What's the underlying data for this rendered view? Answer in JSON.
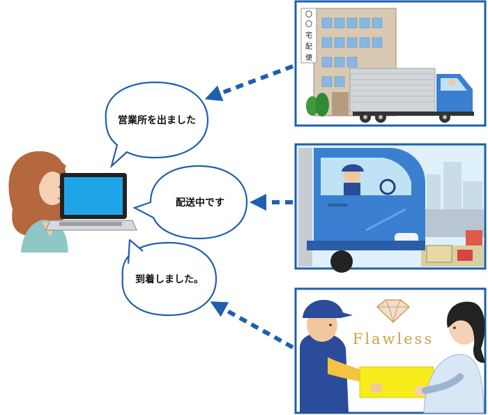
{
  "bubbles": {
    "departed": "営業所を出ました",
    "in_transit": "配送中です",
    "arrived": "到着しました。"
  },
  "office_sign": [
    "〇",
    "〇",
    "宅",
    "配",
    "便"
  ],
  "brand": "Flawless",
  "colors": {
    "frame_blue": "#1e5fae",
    "arrow_blue": "#1e5fae",
    "truck_blue": "#3a7fd0",
    "sky_blue": "#dff1fb",
    "box_yellow": "#f7ec1c",
    "uniform_navy": "#2a4c9a",
    "hair_brown": "#b5673e"
  }
}
